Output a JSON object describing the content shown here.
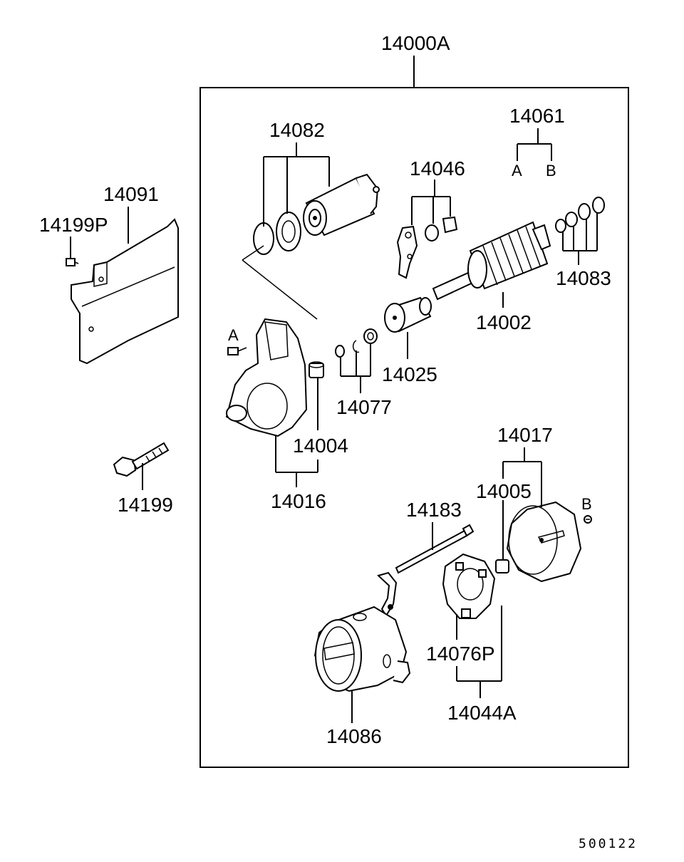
{
  "assembly": {
    "label": "14000A"
  },
  "parts": {
    "p14082": "14082",
    "p14061": "14061",
    "p14061_a": "A",
    "p14061_b": "B",
    "p14046": "14046",
    "p14091": "14091",
    "p14199P": "14199P",
    "p14083": "14083",
    "p14002": "14002",
    "p14025": "14025",
    "p14077": "14077",
    "p14004": "14004",
    "p14016": "14016",
    "p14199": "14199",
    "p14017": "14017",
    "p14005": "14005",
    "p14183": "14183",
    "p14076P": "14076P",
    "p14044A": "14044A",
    "p14086": "14086",
    "ref_a": "A",
    "ref_b": "B"
  },
  "footer": {
    "code": "500122"
  }
}
